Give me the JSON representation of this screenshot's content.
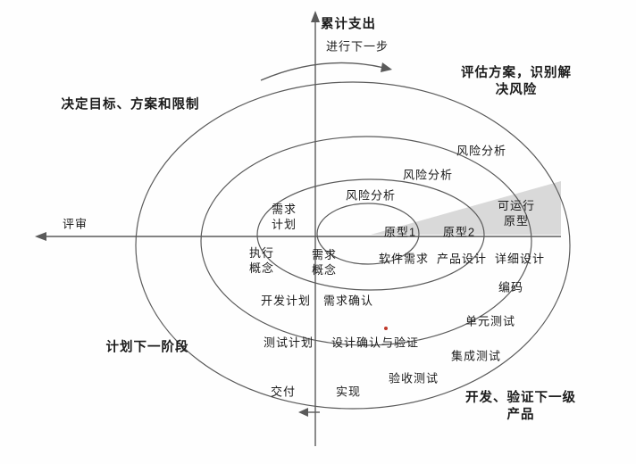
{
  "colors": {
    "background": "#fefefe",
    "line": "#5a5a5a",
    "wedge_fill": "#d9d9d9",
    "text": "#1b1b1b"
  },
  "axes": {
    "y_title": "累计支出",
    "next_step": "进行下一步",
    "review": "评审"
  },
  "quadrants": {
    "top_left": "决定目标、方案和限制",
    "top_right": "评估方案，识别解决风险",
    "bottom_left": "计划下一阶段",
    "bottom_right": "开发、验证下一级产品"
  },
  "spiral": {
    "risk_analysis_outer": "风险分析",
    "risk_analysis_middle": "风险分析",
    "risk_analysis_inner": "风险分析",
    "requirements_plan": "需求\n计划",
    "operational_prototype": "可运行\n原型",
    "prototype_1": "原型1",
    "prototype_2": "原型2",
    "operation_concept": "执行\n概念",
    "requirements_concept": "需求\n概念",
    "software_requirements": "软件需求",
    "product_design": "产品设计",
    "detailed_design": "详细设计",
    "coding": "编码",
    "development_plan": "开发计划",
    "requirements_validation": "需求确认",
    "unit_testing": "单元测试",
    "test_plan": "测试计划",
    "design_validation_and_verification": "设计确认与验证",
    "integration_testing": "集成测试",
    "acceptance_testing": "验收测试",
    "delivery": "交付",
    "implementation": "实现"
  }
}
